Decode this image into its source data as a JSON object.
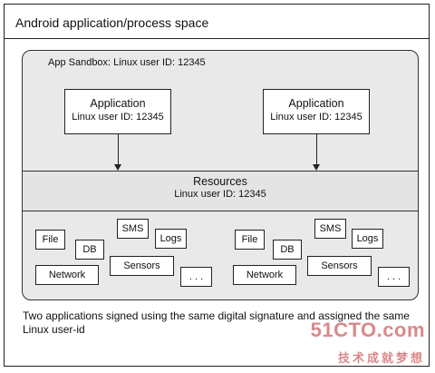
{
  "outer": {
    "title": "Android application/process space"
  },
  "sandbox": {
    "label": "App Sandbox: Linux user ID: 12345"
  },
  "apps": [
    {
      "title": "Application",
      "user_id": "Linux user ID: 12345"
    },
    {
      "title": "Application",
      "user_id": "Linux user ID: 12345"
    }
  ],
  "resources": {
    "title": "Resources",
    "user_id": "Linux user ID: 12345"
  },
  "resource_items": {
    "left": {
      "file": "File",
      "db": "DB",
      "sms": "SMS",
      "logs": "Logs",
      "network": "Network",
      "sensors": "Sensors",
      "more": ". . ."
    },
    "right": {
      "file": "File",
      "db": "DB",
      "sms": "SMS",
      "logs": "Logs",
      "network": "Network",
      "sensors": "Sensors",
      "more": ". . ."
    }
  },
  "caption": "Two applications signed using the same digital signature and assigned the same Linux user-id",
  "watermark": {
    "main": "51CTO.com",
    "sub": "技术成就梦想"
  },
  "colors": {
    "sandbox_fill": "#e9e9e9",
    "resources_fill": "#e4e4e4",
    "watermark": "#d9898a",
    "border": "#222222"
  }
}
